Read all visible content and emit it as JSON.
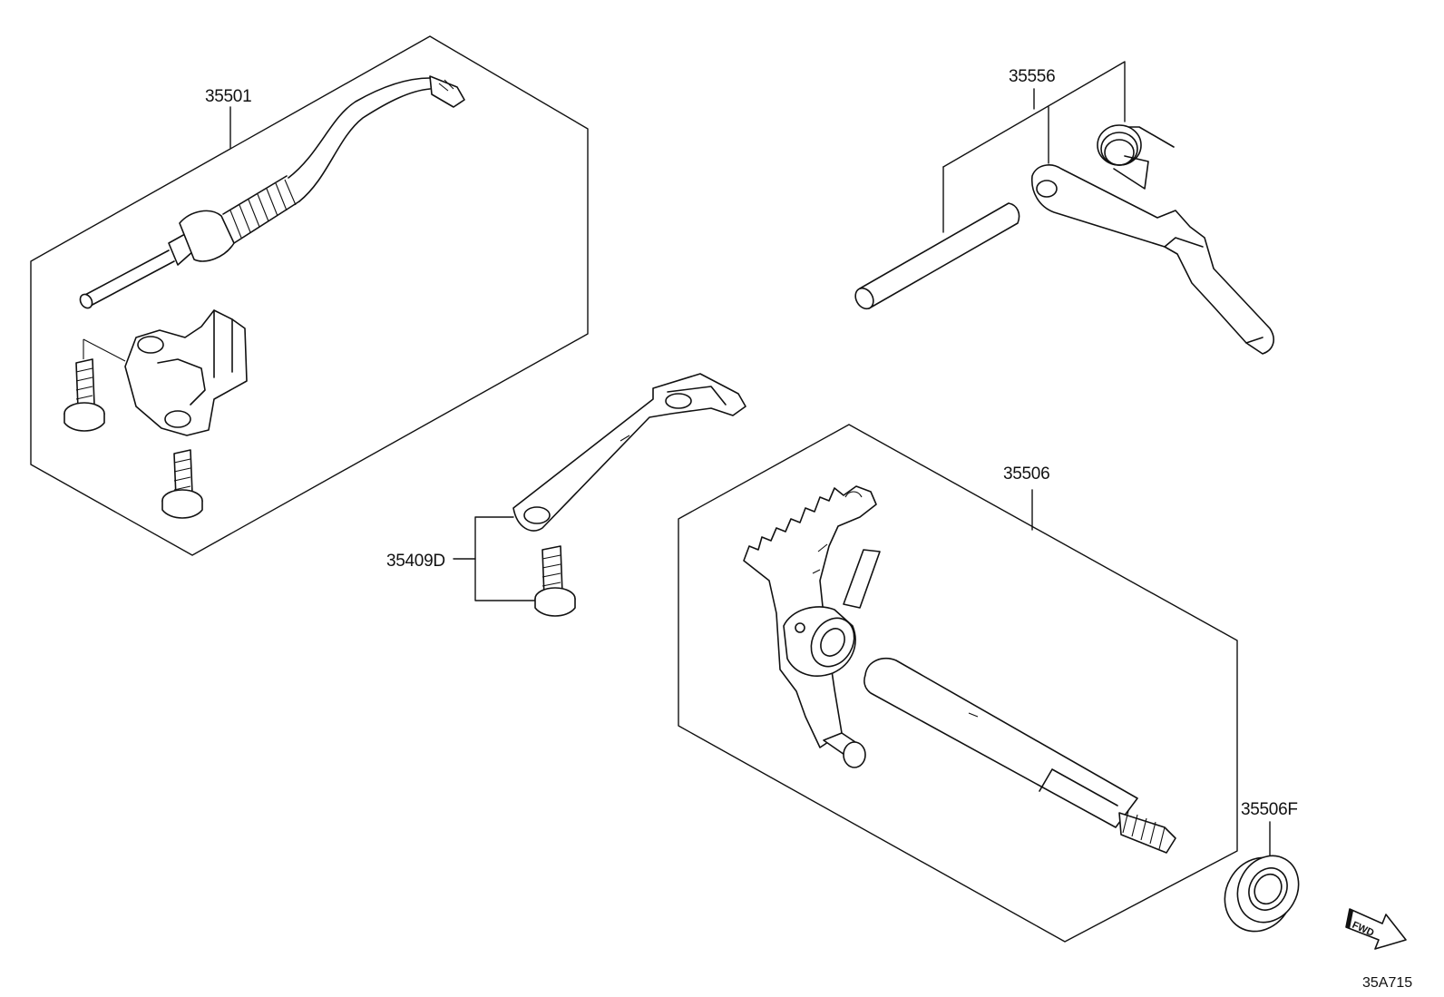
{
  "callouts": {
    "c35501": "35501",
    "c35556": "35556",
    "c35506": "35506",
    "c35409d": "35409D",
    "c35506f": "35506F"
  },
  "direction_indicator": "FWD",
  "diagram_code": "35A715"
}
